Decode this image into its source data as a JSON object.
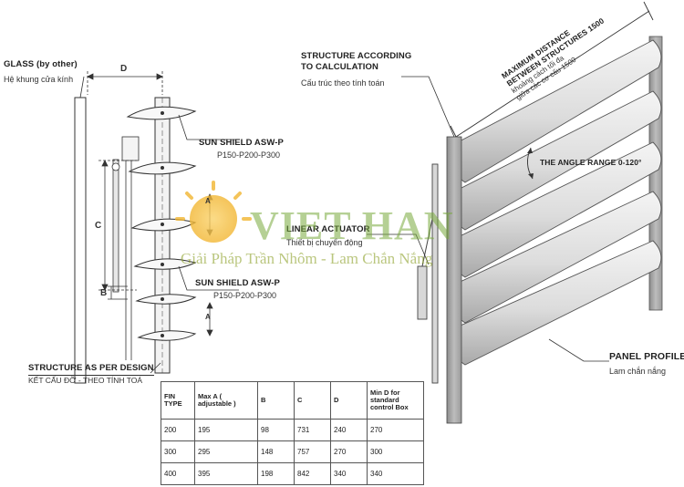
{
  "labels": {
    "glass": "GLASS (by other)",
    "glass_vi": "Hệ khung cửa kính",
    "dim_d": "D",
    "dim_c": "C",
    "dim_b": "B",
    "dim_a_top": "A",
    "dim_a_bottom": "A",
    "sun_shield_top": "SUN SHIELD ASW-P",
    "sun_shield_top_sizes": "P150-P200-P300",
    "sun_shield_bottom": "SUN SHIELD ASW-P",
    "sun_shield_bottom_sizes": "P150-P200-P300",
    "structure_design": "STRUCTURE AS PER DESIGN",
    "structure_design_vi": "KẾT CẤU ĐỠ - THEO TÍNH TOÁ",
    "structure_calc_1": "STRUCTURE ACCORDING",
    "structure_calc_2": "TO CALCULATION",
    "structure_calc_vi": "Cấu trúc theo tính toán",
    "max_distance_1": "MAXIMUM DISTANCE",
    "max_distance_2": "BETWEEN STRUCTURES 1500",
    "max_distance_vi_1": "khoảng cách tối đa",
    "max_distance_vi_2": "giữa các cơ cấu 1500",
    "angle_range": "THE ANGLE RANGE 0-120°",
    "linear_actuator": "LINEAR ACTUATOR",
    "linear_actuator_vi": "Thiết bị chuyển động",
    "panel_profile": "PANEL PROFILE",
    "panel_profile_vi": "Lam chắn nắng"
  },
  "watermark": {
    "brand": "VIET HAN",
    "tagline": "Giải Pháp Trần Nhôm - Lam Chắn Nắng",
    "sun_color": "#f2b632",
    "text_color": "#7aab3c"
  },
  "spec_table": {
    "headers": [
      "FIN TYPE",
      "Max A ( adjustable )",
      "B",
      "C",
      "D",
      "Min D for standard control Box"
    ],
    "rows": [
      [
        "200",
        "195",
        "98",
        "731",
        "240",
        "270"
      ],
      [
        "300",
        "295",
        "148",
        "757",
        "270",
        "300"
      ],
      [
        "400",
        "395",
        "198",
        "842",
        "340",
        "340"
      ]
    ]
  }
}
